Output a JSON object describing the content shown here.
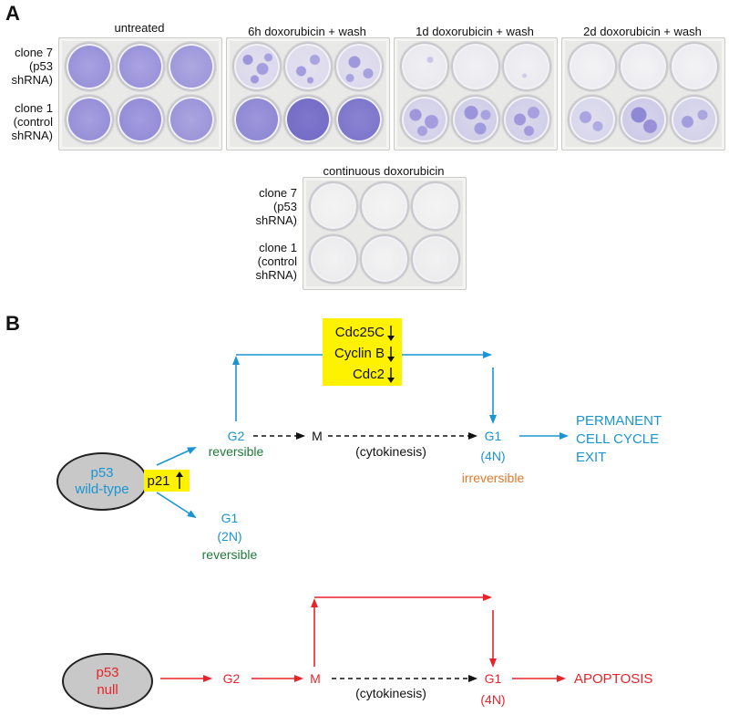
{
  "panel_a": {
    "letter": "A",
    "plate_titles": {
      "untreated": "untreated",
      "dox_6h": "6h doxorubicin + wash",
      "dox_1d": "1d doxorubicin + wash",
      "dox_2d": "2d doxorubicin + wash",
      "continuous": "continuous doxorubicin"
    },
    "row_labels": {
      "clone7": "clone 7\n(p53\nshRNA)",
      "clone1": "clone 1\n(control\nshRNA)"
    }
  },
  "panel_b": {
    "letter": "B",
    "wild_type": {
      "p53_node": "p53\nwild-type",
      "p21": "p21",
      "mitotic_box": [
        "Cdc25C",
        "Cyclin B",
        "Cdc2"
      ],
      "g2": "G2",
      "g2_status": "reversible",
      "m": "M",
      "cytokinesis": "(cytokinesis)",
      "g1_4n": "G1",
      "g1_4n_ploidy": "(4N)",
      "g1_4n_status": "irreversible",
      "g1_2n": "G1",
      "g1_2n_ploidy": "(2N)",
      "g1_2n_status": "reversible",
      "outcome": "PERMANENT\nCELL CYCLE\nEXIT"
    },
    "null": {
      "p53_node": "p53\nnull",
      "g2": "G2",
      "m": "M",
      "cytokinesis": "(cytokinesis)",
      "g1": "G1",
      "g1_ploidy": "(4N)",
      "outcome": "APOPTOSIS"
    }
  },
  "colors": {
    "blue": "#1a95d2",
    "green": "#1e7a3a",
    "orange": "#e2782a",
    "red": "#e8242a",
    "yellow": "#fff200",
    "node_fill": "#c8c8c8",
    "stain": "#8a7fd0"
  }
}
